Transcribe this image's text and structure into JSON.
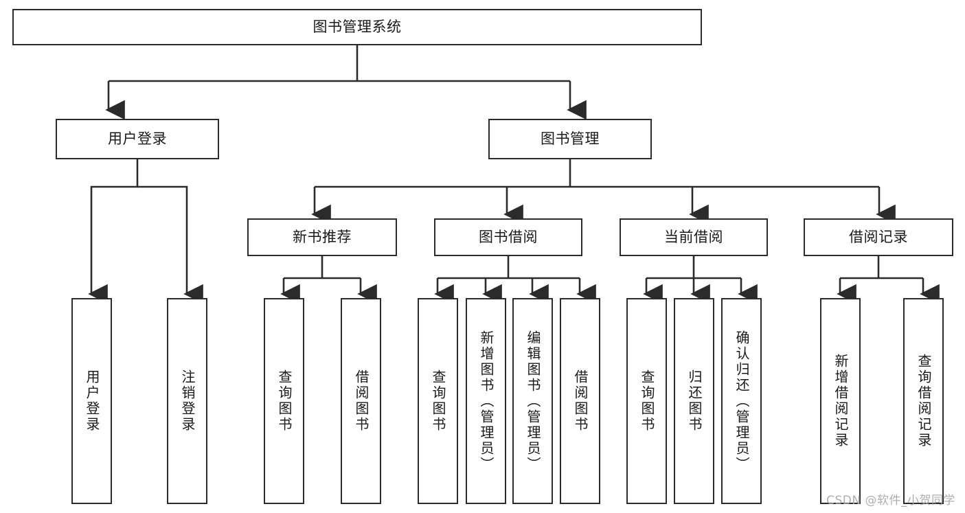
{
  "diagram": {
    "type": "tree",
    "title": "图书管理系统",
    "watermark": "CSDN @软件_小贺同学",
    "colors": {
      "stroke": "#2b2b2b",
      "fill": "#ffffff",
      "text": "#1a1a1a",
      "watermark": "#a8a8a8"
    },
    "levels": {
      "root": "图书管理系统",
      "level1": [
        "用户登录",
        "图书管理"
      ],
      "level2": [
        "新书推荐",
        "图书借阅",
        "当前借阅",
        "借阅记录"
      ]
    },
    "nodes": {
      "root": {
        "label": "图书管理系统"
      },
      "user_login": {
        "label": "用户登录"
      },
      "book_mgmt": {
        "label": "图书管理"
      },
      "new_book_rec": {
        "label": "新书推荐"
      },
      "book_borrow": {
        "label": "图书借阅"
      },
      "current_borrow": {
        "label": "当前借阅"
      },
      "borrow_record": {
        "label": "借阅记录"
      },
      "leaf_user_login": {
        "label": "用户登录"
      },
      "leaf_logout": {
        "label": "注销登录"
      },
      "leaf_query_book_1": {
        "label": "查询图书"
      },
      "leaf_borrow_book_1": {
        "label": "借阅图书"
      },
      "leaf_query_book_2": {
        "label": "查询图书"
      },
      "leaf_add_book": {
        "label": "新增图书（管理员）"
      },
      "leaf_edit_book": {
        "label": "编辑图书（管理员）"
      },
      "leaf_borrow_book_2": {
        "label": "借阅图书"
      },
      "leaf_query_book_3": {
        "label": "查询图书"
      },
      "leaf_return_book": {
        "label": "归还图书"
      },
      "leaf_confirm_return": {
        "label": "确认归还（管理员）"
      },
      "leaf_add_record": {
        "label": "新增借阅记录"
      },
      "leaf_query_record": {
        "label": "查询借阅记录"
      }
    },
    "edges": [
      {
        "from": "root",
        "to": "user_login"
      },
      {
        "from": "root",
        "to": "book_mgmt"
      },
      {
        "from": "user_login",
        "to": "leaf_user_login"
      },
      {
        "from": "user_login",
        "to": "leaf_logout"
      },
      {
        "from": "book_mgmt",
        "to": "new_book_rec"
      },
      {
        "from": "book_mgmt",
        "to": "book_borrow"
      },
      {
        "from": "book_mgmt",
        "to": "current_borrow"
      },
      {
        "from": "book_mgmt",
        "to": "borrow_record"
      },
      {
        "from": "new_book_rec",
        "to": "leaf_query_book_1"
      },
      {
        "from": "new_book_rec",
        "to": "leaf_borrow_book_1"
      },
      {
        "from": "book_borrow",
        "to": "leaf_query_book_2"
      },
      {
        "from": "book_borrow",
        "to": "leaf_add_book"
      },
      {
        "from": "book_borrow",
        "to": "leaf_edit_book"
      },
      {
        "from": "book_borrow",
        "to": "leaf_borrow_book_2"
      },
      {
        "from": "current_borrow",
        "to": "leaf_query_book_3"
      },
      {
        "from": "current_borrow",
        "to": "leaf_return_book"
      },
      {
        "from": "current_borrow",
        "to": "leaf_confirm_return"
      },
      {
        "from": "borrow_record",
        "to": "leaf_add_record"
      },
      {
        "from": "borrow_record",
        "to": "leaf_query_record"
      }
    ]
  }
}
